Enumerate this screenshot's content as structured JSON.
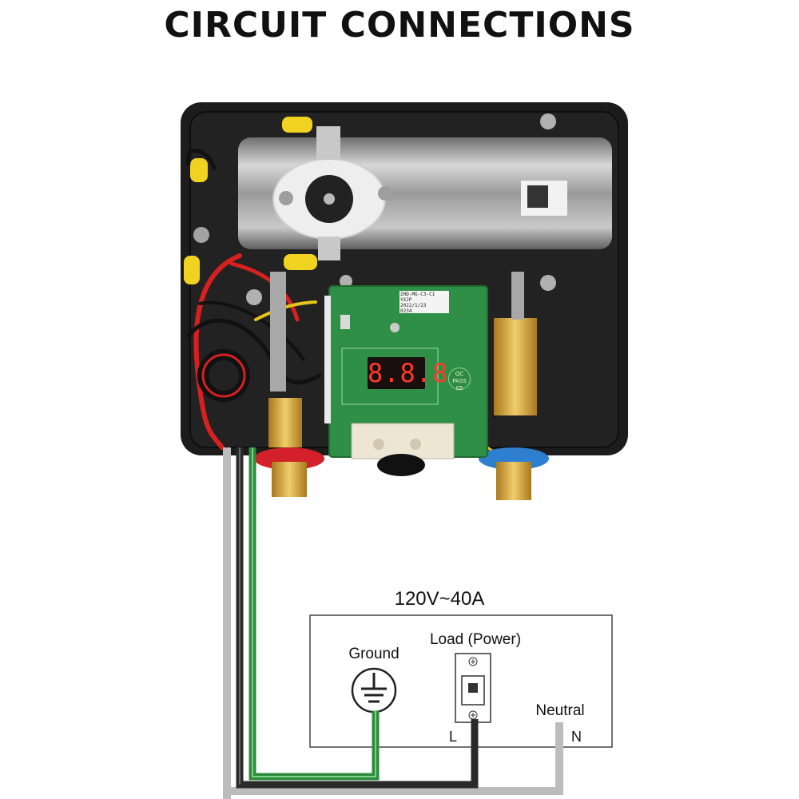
{
  "title": "CIRCUIT CONNECTIONS",
  "heater": {
    "display_value": "8.8.8",
    "pcb_label_lines": [
      "ZHD-MG-C3-C1",
      "YXJP",
      "2022/1/23",
      "0234"
    ],
    "qc_badge_lines": [
      "QC",
      "PASS",
      "05"
    ]
  },
  "wiring": {
    "rating": "120V~40A",
    "ground_label": "Ground",
    "load_label": "Load (Power)",
    "neutral_label": "Neutral",
    "line_terminal": "L",
    "neutral_terminal": "N"
  },
  "colors": {
    "ground_wire": "#2e8b3e",
    "line_wire": "#2a2a2a",
    "neutral_wire": "#bcbcbc",
    "housing": "#1c1c1c",
    "pcb": "#2f8f47",
    "hot_inlet": "#d4202a",
    "cold_inlet": "#2f7fd0"
  }
}
